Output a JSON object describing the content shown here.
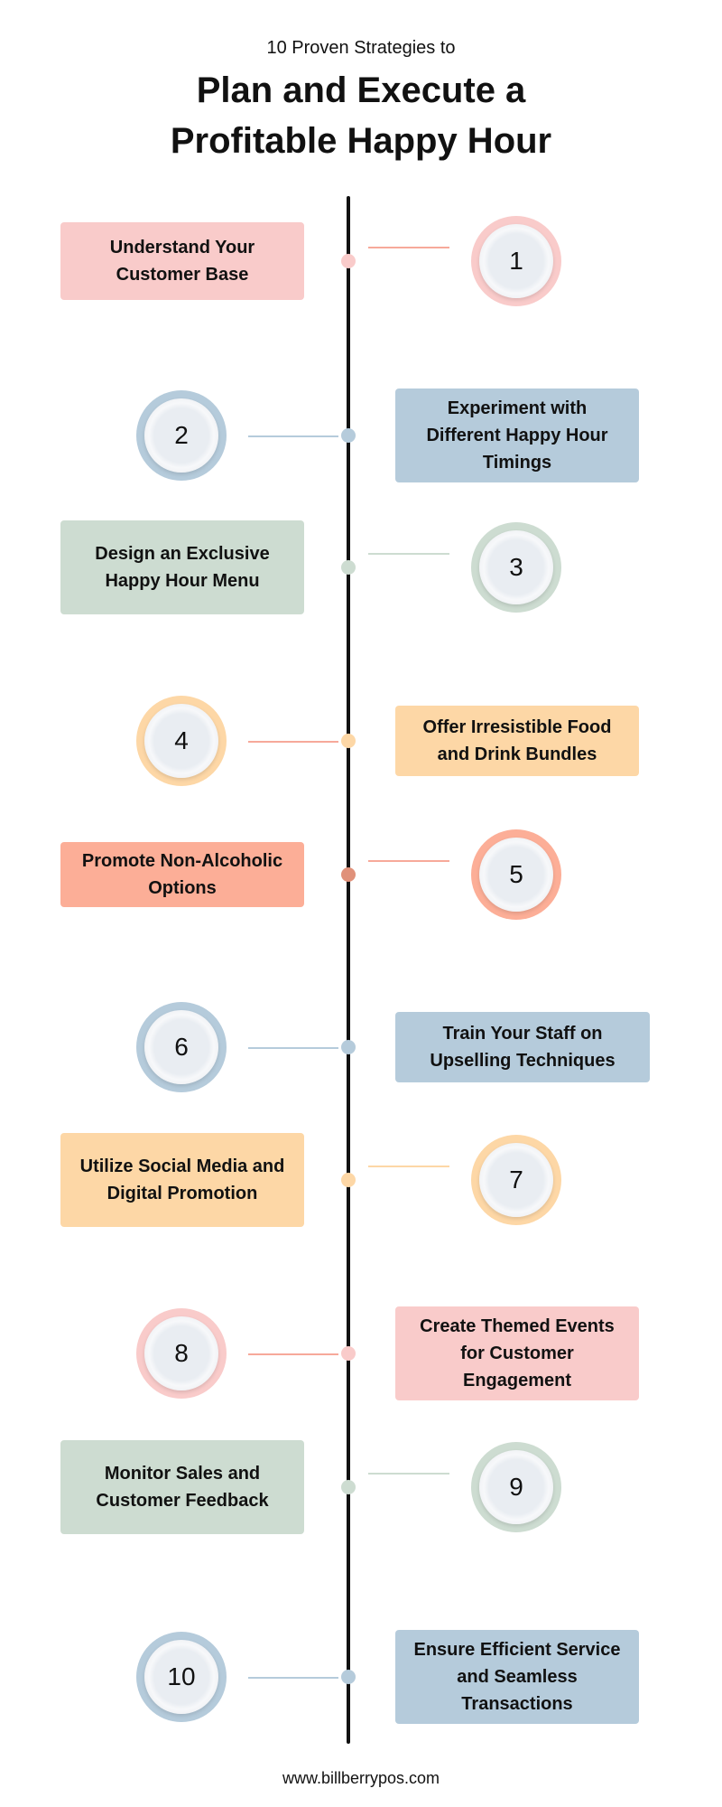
{
  "header": {
    "subtitle": "10 Proven Strategies to",
    "title_line1": "Plan and Execute a",
    "title_line2": "Profitable Happy Hour"
  },
  "items": [
    {
      "number": "1",
      "label": "Understand Your Customer Base",
      "color": "#f9cbca",
      "dot": "#f9cbca",
      "connector": "#f7a99a"
    },
    {
      "number": "2",
      "label": "Experiment with Different Happy Hour Timings",
      "color": "#b5cbdb",
      "dot": "#b5cbdb",
      "connector": "#b5cbdb"
    },
    {
      "number": "3",
      "label": "Design an Exclusive Happy Hour Menu",
      "color": "#cddcd1",
      "dot": "#cddcd1",
      "connector": "#cddcd1"
    },
    {
      "number": "4",
      "label": "Offer Irresistible Food and Drink Bundles",
      "color": "#fdd7a6",
      "dot": "#fdd7a6",
      "connector": "#f7a99a"
    },
    {
      "number": "5",
      "label": "Promote Non-Alcoholic Options",
      "color": "#fcae97",
      "dot": "#e0917a",
      "connector": "#f7a99a"
    },
    {
      "number": "6",
      "label": "Train Your Staff on Upselling Techniques",
      "color": "#b5cbdb",
      "dot": "#b5cbdb",
      "connector": "#b5cbdb"
    },
    {
      "number": "7",
      "label": "Utilize Social Media and Digital Promotion",
      "color": "#fdd7a6",
      "dot": "#fdd7a6",
      "connector": "#fdd7a6"
    },
    {
      "number": "8",
      "label": "Create Themed Events for Customer Engagement",
      "color": "#f9cbca",
      "dot": "#f9cbca",
      "connector": "#f7a99a"
    },
    {
      "number": "9",
      "label": "Monitor Sales and Customer Feedback",
      "color": "#cddcd1",
      "dot": "#cddcd1",
      "connector": "#cddcd1"
    },
    {
      "number": "10",
      "label": "Ensure Efficient Service and Seamless Transactions",
      "color": "#b5cbdb",
      "dot": "#b5cbdb",
      "connector": "#b5cbdb"
    }
  ],
  "footer": {
    "url": "www.billberrypos.com"
  }
}
